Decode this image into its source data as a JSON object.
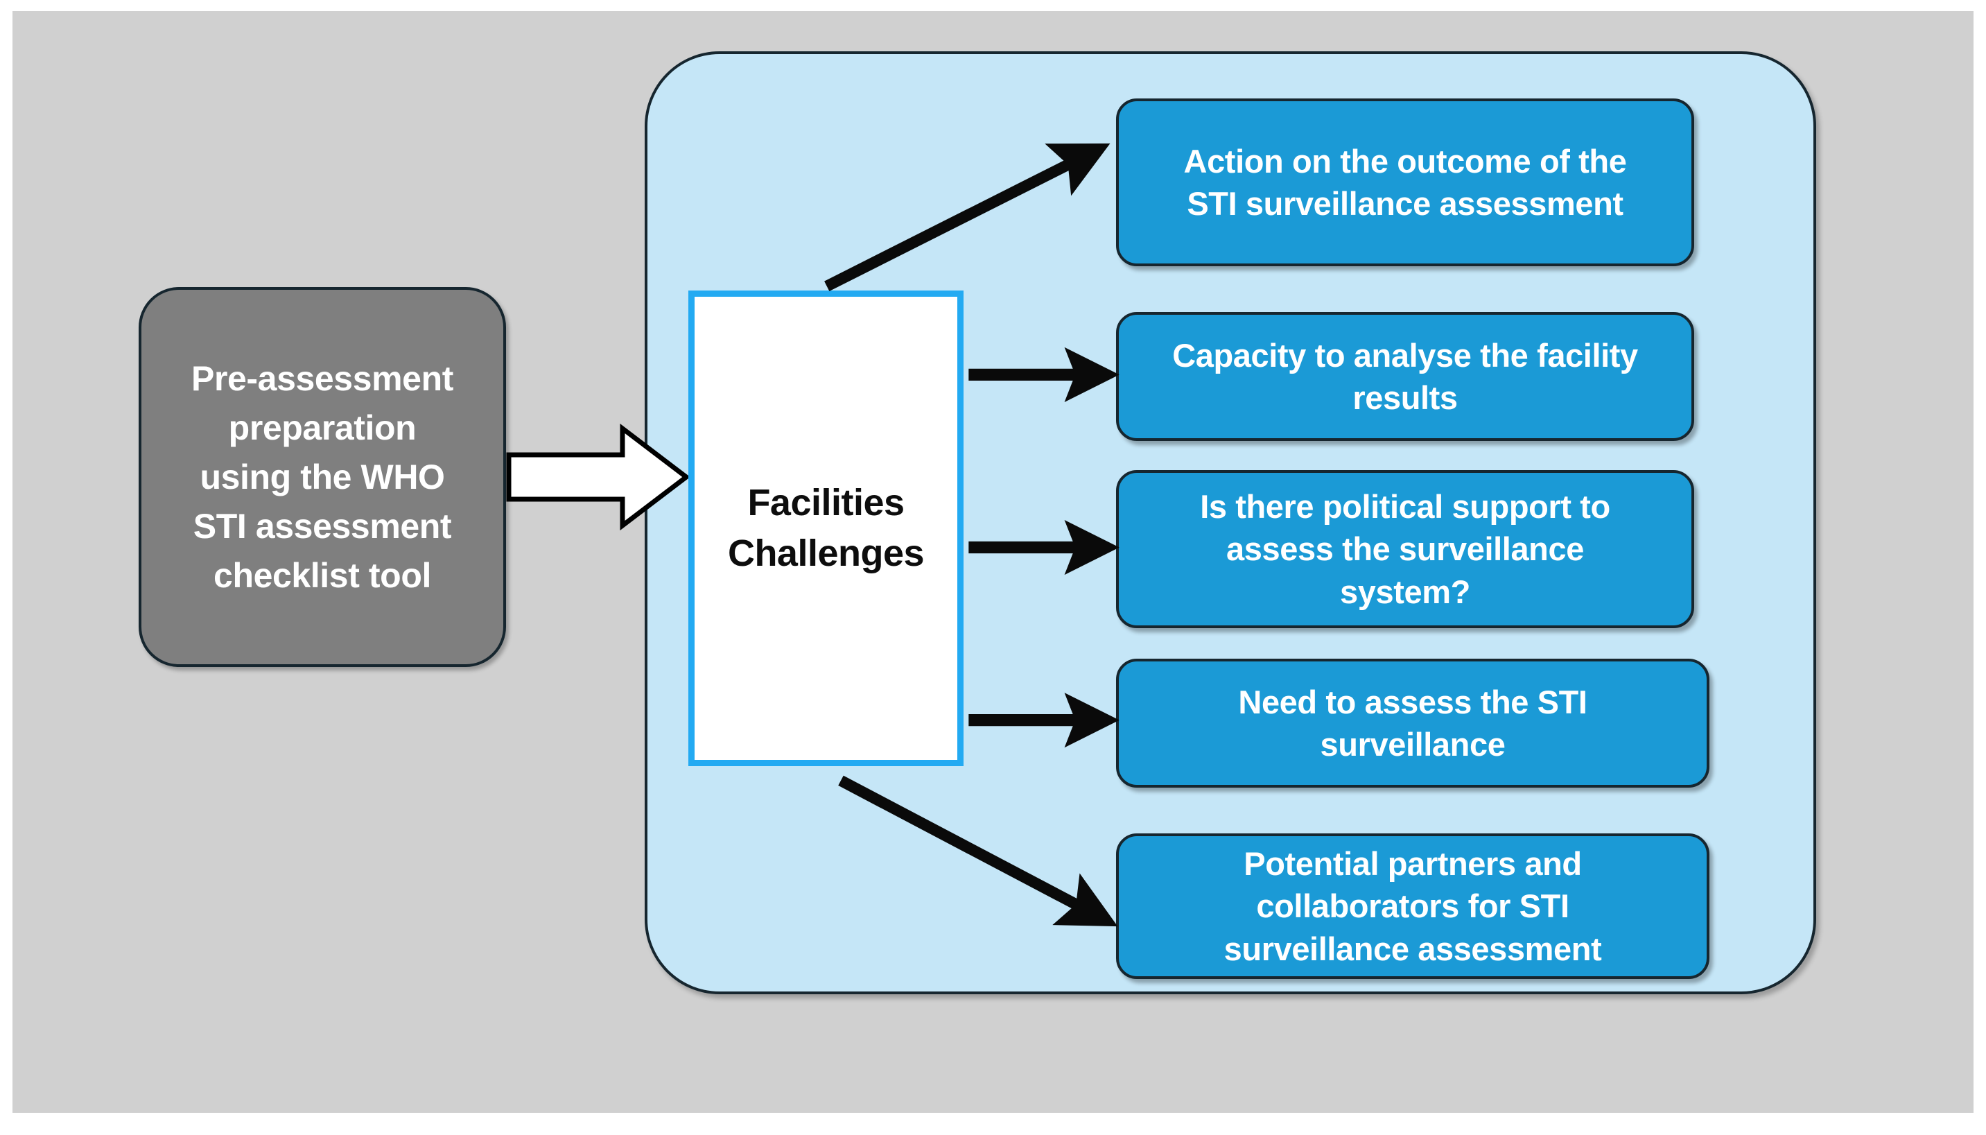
{
  "canvas": {
    "background_color": "#d0d0d0",
    "frame_color": "#ffffff"
  },
  "source_box": {
    "label": "Pre-assessment\npreparation\nusing the WHO\nSTI assessment\nchecklist tool",
    "fill_color": "#7f7f7f",
    "text_color": "#ffffff",
    "border_color": "#16262f"
  },
  "flow_arrow": {
    "name": "block-arrow-right",
    "fill_color": "#ffffff",
    "outline_color": "#000000"
  },
  "panel": {
    "fill_color": "#c5e6f7",
    "border_color": "#16262f"
  },
  "hub_node": {
    "label": "Facilities\nChallenges",
    "fill_color": "#ffffff",
    "border_color": "#23aaf2",
    "text_color": "#0d0d0d"
  },
  "challenges": [
    {
      "id": 1,
      "label": "Action on the outcome of the\nSTI surveillance assessment",
      "fill_color": "#1b9ad6",
      "text_color": "#ffffff"
    },
    {
      "id": 2,
      "label": "Capacity to analyse the facility\nresults",
      "fill_color": "#1b9ad6",
      "text_color": "#ffffff"
    },
    {
      "id": 3,
      "label": "Is there political support to\nassess the surveillance\nsystem?",
      "fill_color": "#1b9ad6",
      "text_color": "#ffffff"
    },
    {
      "id": 4,
      "label": "Need to assess the STI\nsurveillance",
      "fill_color": "#1b9ad6",
      "text_color": "#ffffff"
    },
    {
      "id": 5,
      "label": "Potential partners and\ncollaborators for STI\nsurveillance assessment",
      "fill_color": "#1b9ad6",
      "text_color": "#ffffff"
    }
  ],
  "connectors": {
    "color": "#0a0a0a",
    "count": 5,
    "description": "Five arrows radiate from the Facilities Challenges node to each blue challenge box"
  }
}
